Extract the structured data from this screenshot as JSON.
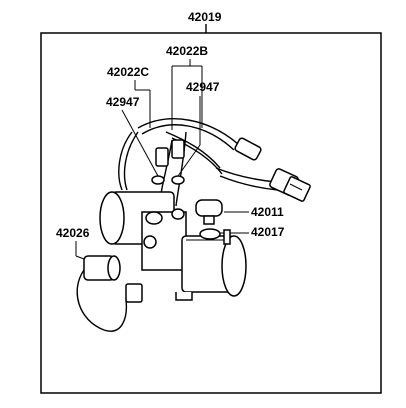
{
  "callouts": {
    "assembly": "42019",
    "hose_b": "42022B",
    "hose_c": "42022C",
    "clamp_left": "42947",
    "clamp_right": "42947",
    "cap": "42011",
    "seal": "42017",
    "capacitor": "42026"
  }
}
